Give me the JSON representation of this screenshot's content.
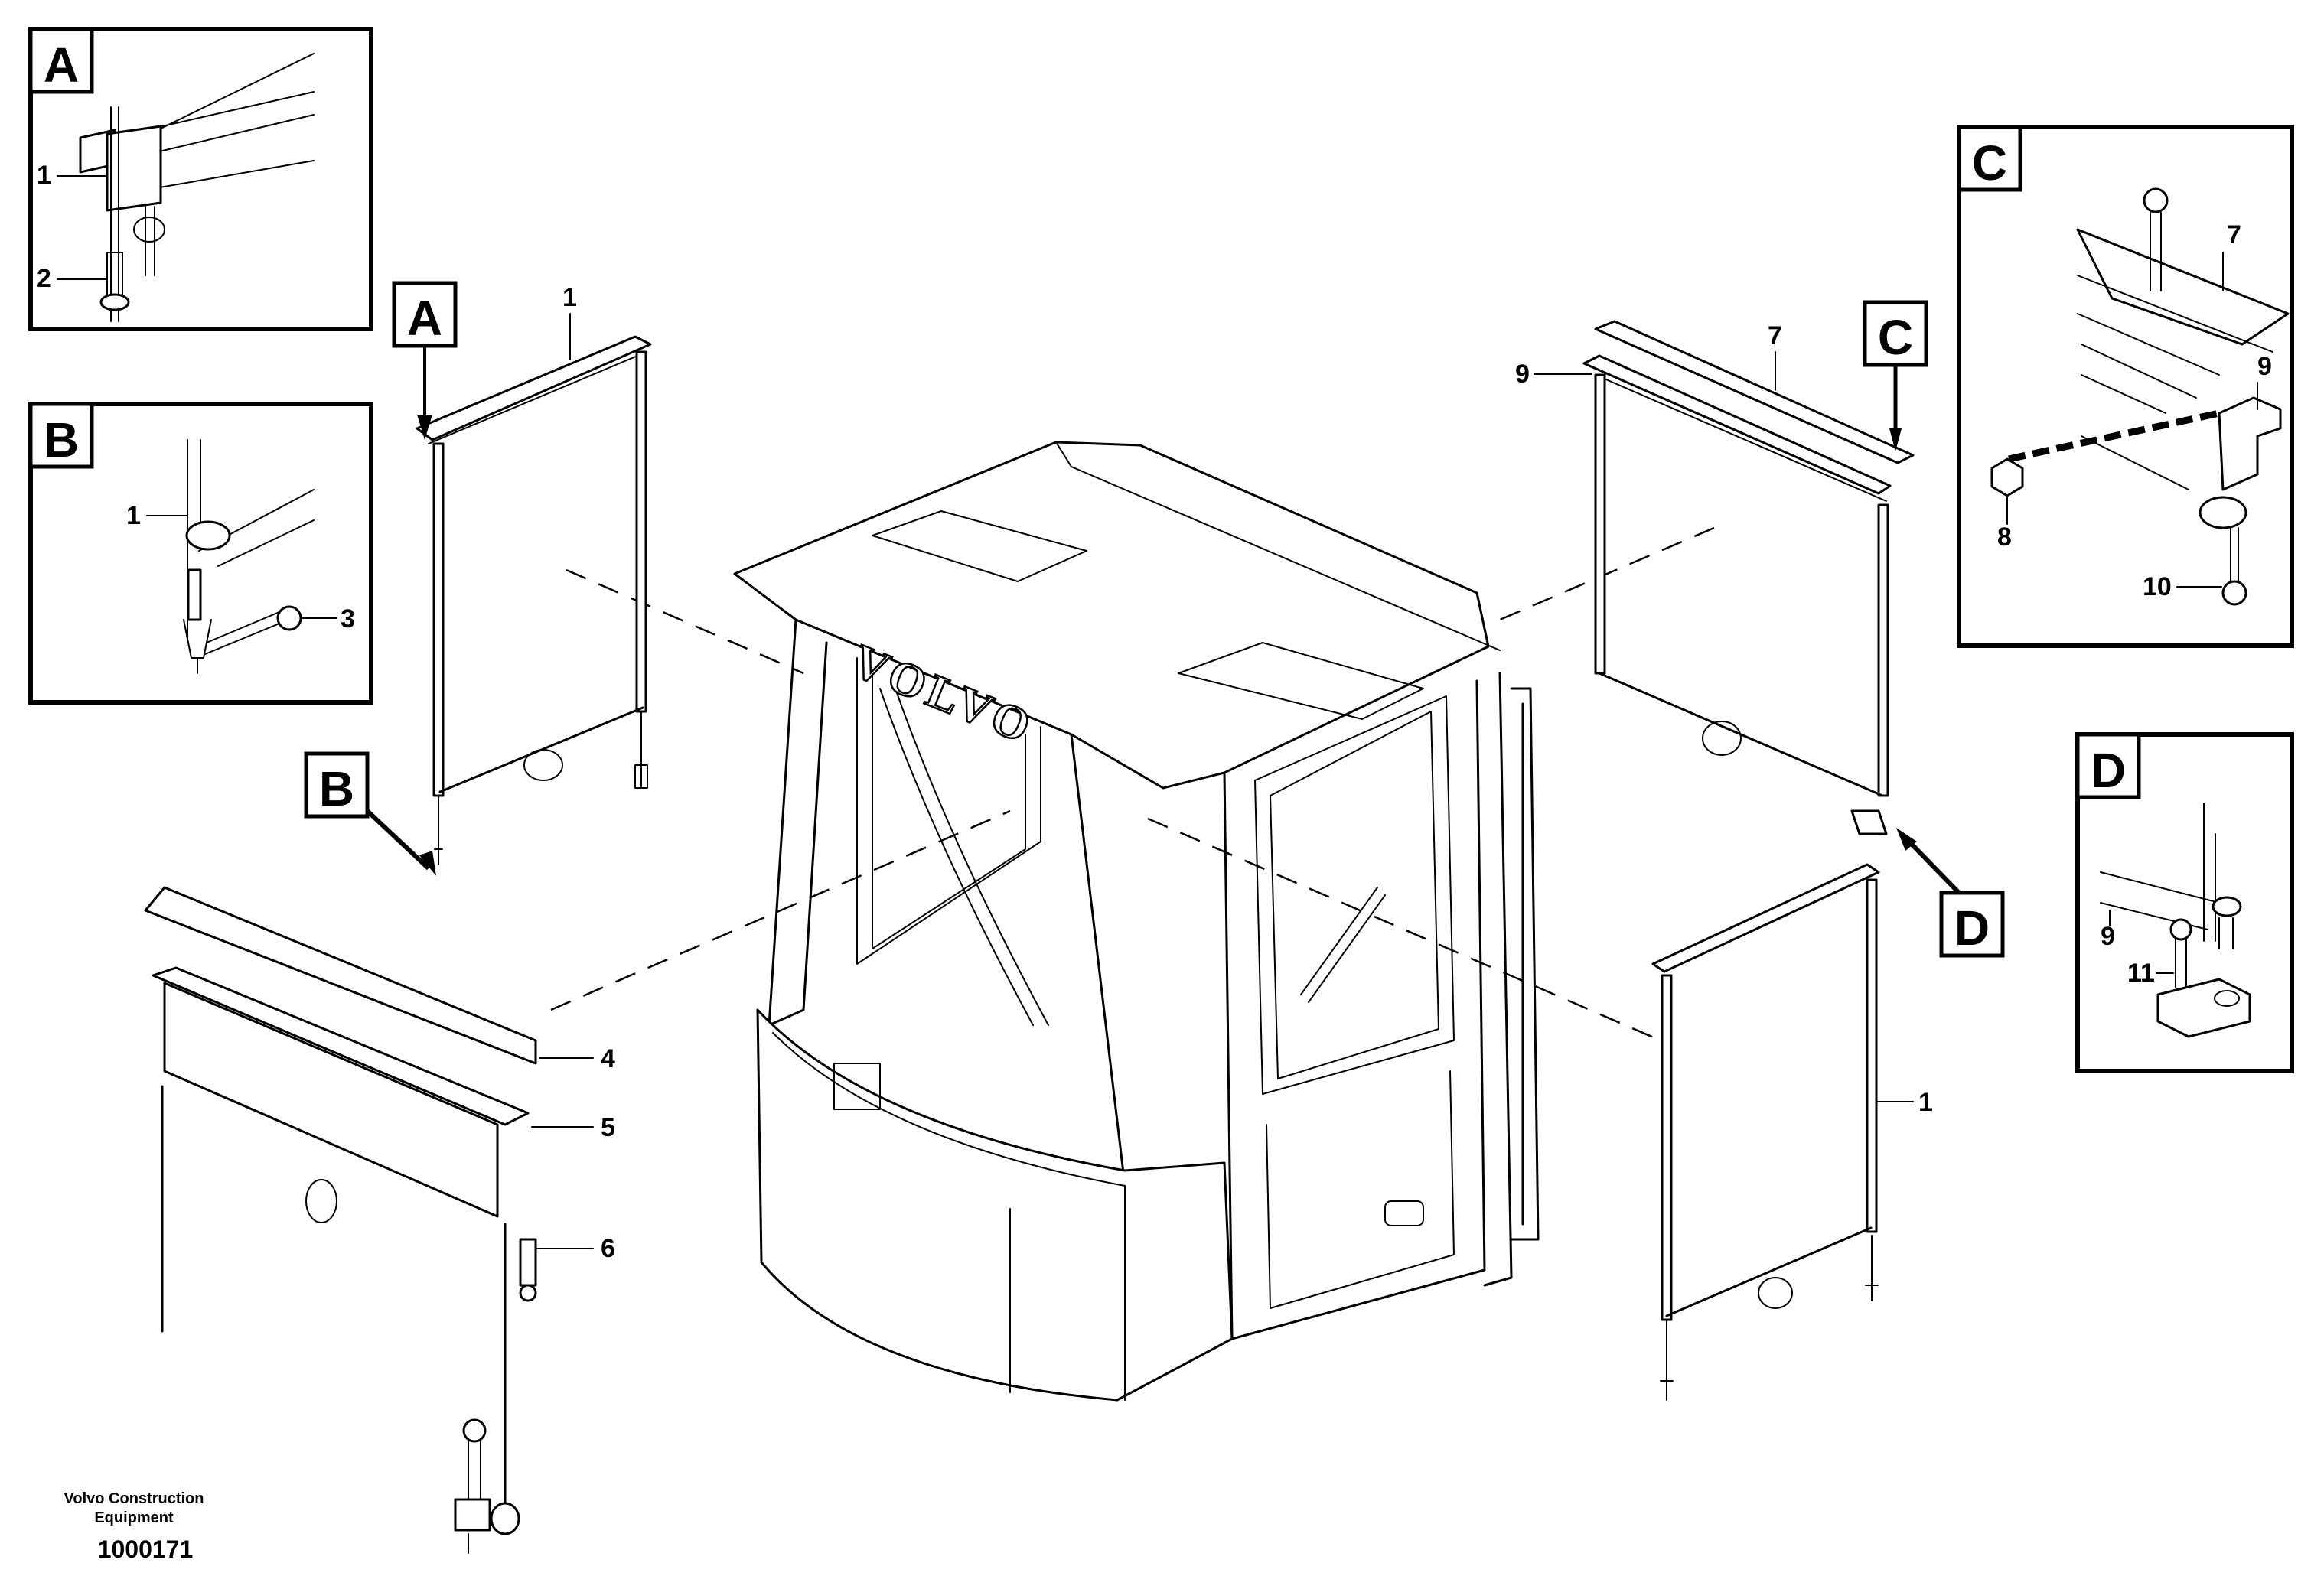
{
  "callouts": {
    "A": "A",
    "B": "B",
    "C": "C",
    "D": "D"
  },
  "part_numbers": {
    "p1": "1",
    "p2": "2",
    "p3": "3",
    "p4": "4",
    "p5": "5",
    "p6": "6",
    "p7": "7",
    "p8": "8",
    "p9": "9",
    "p10": "10",
    "p11": "11"
  },
  "cab_logo": "VOLVO",
  "footer": {
    "company_line1": "Volvo Construction",
    "company_line2": "Equipment",
    "illustration_number": "1000171"
  }
}
